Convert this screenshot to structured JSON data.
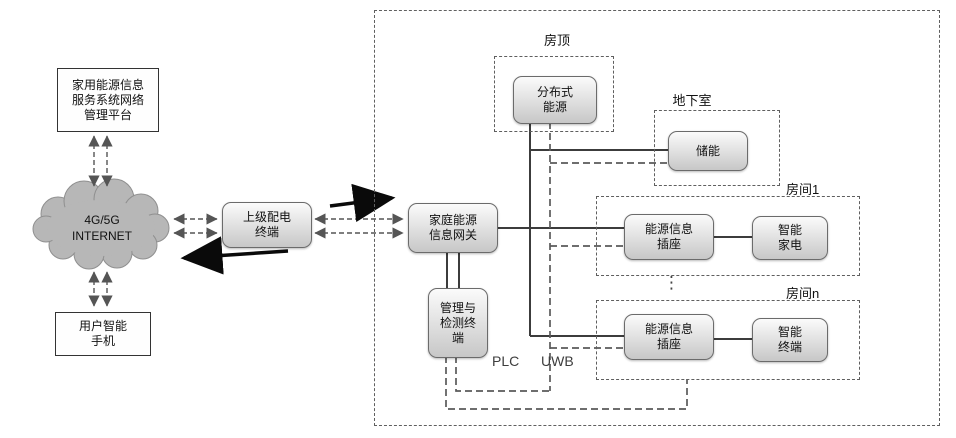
{
  "diagram": {
    "nodes": {
      "platform": "家用能源信息\n服务系统网络\n管理平台",
      "internet": "4G/5G\nINTERNET",
      "phone": "用户智能\n手机",
      "upper_distribution_terminal": "上级配电\n终端",
      "home_gateway": "家庭能源\n信息网关",
      "mgmt_detect_terminal": "管理与\n检测终\n端",
      "distributed_energy": "分布式\n能源",
      "energy_storage": "储能",
      "room1_socket": "能源信息\n插座",
      "room1_appliance": "智能\n家电",
      "roomn_socket": "能源信息\n插座",
      "roomn_terminal": "智能\n终端"
    },
    "zones": {
      "roof": "房顶",
      "basement": "地下室",
      "room1": "房间1",
      "room_n": "房间n"
    },
    "bus_labels": {
      "plc": "PLC",
      "uwb": "UWB"
    },
    "ellipsis": "⋮",
    "colors": {
      "node_fill_top": "#fbfbfb",
      "node_fill_bottom": "#c7c7c7",
      "solid_line": "#3c3c3c",
      "dashed_line": "#5a5a5a",
      "cloud_fill": "#b7b7b7"
    }
  }
}
